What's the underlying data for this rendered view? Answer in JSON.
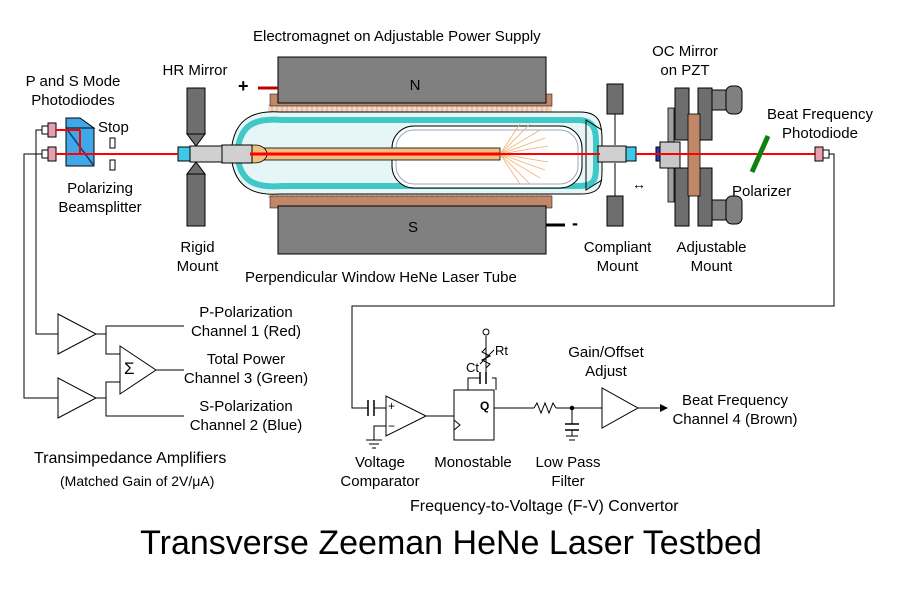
{
  "title": "Transverse Zeeman HeNe Laser Testbed",
  "labels": {
    "electromagnet": "Electromagnet on Adjustable Power Supply",
    "pole_n": "N",
    "pole_s": "S",
    "plus": "+",
    "minus": "-",
    "hr_mirror": "HR Mirror",
    "oc_mirror_1": "OC Mirror",
    "oc_mirror_2": "on PZT",
    "ps_photodiodes_1": "P and S Mode",
    "ps_photodiodes_2": "Photodiodes",
    "stop": "Stop",
    "polarizing_bs_1": "Polarizing",
    "polarizing_bs_2": "Beamsplitter",
    "rigid_mount_1": "Rigid",
    "rigid_mount_2": "Mount",
    "laser_tube": "Perpendicular Window HeNe Laser Tube",
    "compliant_mount_1": "Compliant",
    "compliant_mount_2": "Mount",
    "adjustable_mount_1": "Adjustable",
    "adjustable_mount_2": "Mount",
    "beat_photodiode_1": "Beat Frequency",
    "beat_photodiode_2": "Photodiode",
    "polarizer": "Polarizer",
    "p_pol_1": "P-Polarization",
    "p_pol_2": "Channel 1 (Red)",
    "total_1": "Total Power",
    "total_2": "Channel 3 (Green)",
    "s_pol_1": "S-Polarization",
    "s_pol_2": "Channel 2 (Blue)",
    "transimpedance_1": "Transimpedance  Amplifiers",
    "transimpedance_2": "(Matched Gain of 2V/μA)",
    "sigma": "Σ",
    "rt": "Rt",
    "ct": "Ct",
    "q": "Q",
    "comp_plus": "+",
    "comp_minus": "−",
    "gain_offset_1": "Gain/Offset",
    "gain_offset_2": "Adjust",
    "beat_ch4_1": "Beat Frequency",
    "beat_ch4_2": "Channel 4 (Brown)",
    "voltage_comparator_1": "Voltage",
    "voltage_comparator_2": "Comparator",
    "monostable": "Monostable",
    "lowpass_1": "Low Pass",
    "lowpass_2": "Filter",
    "fv_convertor": "Frequency-to-Voltage (F-V) Convertor"
  },
  "colors": {
    "magnet": "#808080",
    "coil": "#e8b8a0",
    "tube_glass": "#40c8c8",
    "beam": "#ff0000",
    "mount": "#6e6e6e",
    "splitter": "#40a8e8",
    "polarizer": "#108010",
    "photodiode": "#e8a0b0",
    "capillary": "#f0c080"
  }
}
